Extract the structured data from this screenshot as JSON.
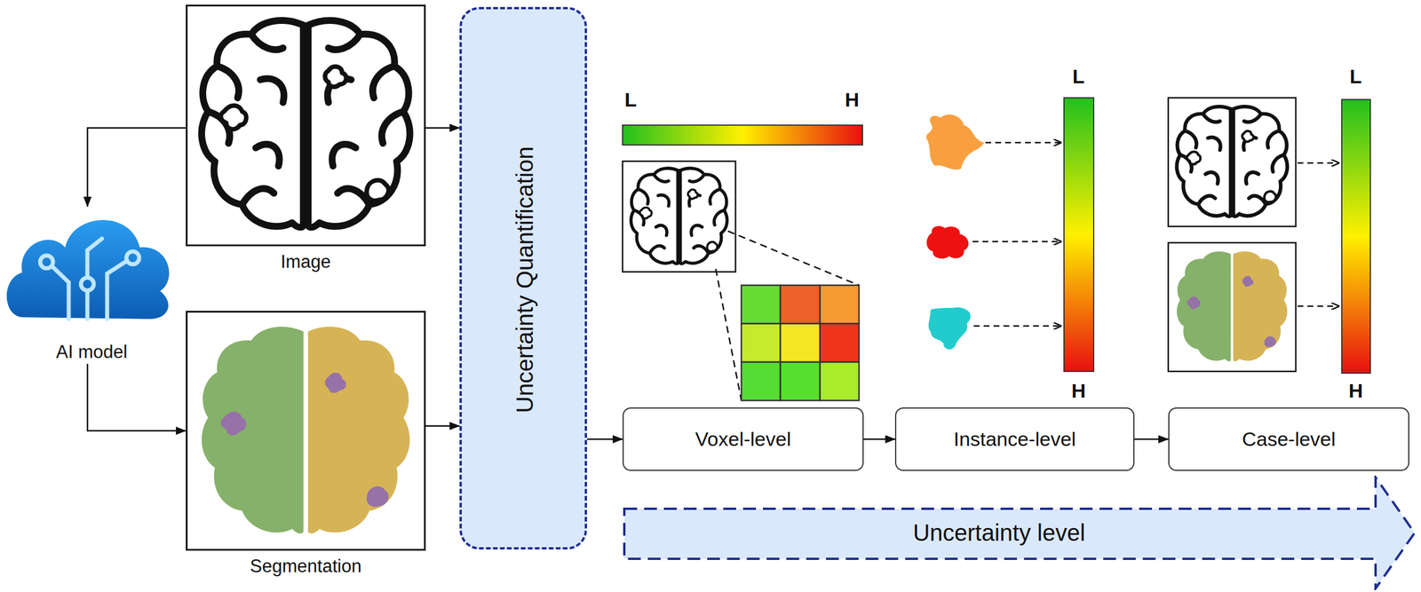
{
  "diagram": {
    "nodes": [
      {
        "text": [
          "Image"
        ]
      },
      {
        "text": [
          "AI model"
        ]
      },
      {
        "text": [
          "Segmentation"
        ]
      },
      {
        "text": [
          "Uncertainty Quantification"
        ]
      },
      {
        "text": [
          "Voxel-level"
        ]
      },
      {
        "text": [
          "Instance-level"
        ]
      },
      {
        "text": [
          "Case-level"
        ]
      },
      {
        "text": [
          "Uncertainty level"
        ]
      }
    ],
    "edges": [
      {
        "from": 0,
        "to": 1,
        "arrow": "to"
      },
      {
        "from": 1,
        "to": 2,
        "arrow": "to"
      },
      {
        "from": 0,
        "to": 3,
        "arrow": "to"
      },
      {
        "from": 2,
        "to": 3,
        "arrow": "to"
      },
      {
        "from": 3,
        "to": 4,
        "arrow": "to"
      },
      {
        "from": 4,
        "to": 5,
        "arrow": "to"
      },
      {
        "from": 5,
        "to": 6,
        "arrow": "to"
      }
    ],
    "labels": [
      "L",
      "H",
      "L",
      "H",
      "L",
      "H"
    ]
  }
}
